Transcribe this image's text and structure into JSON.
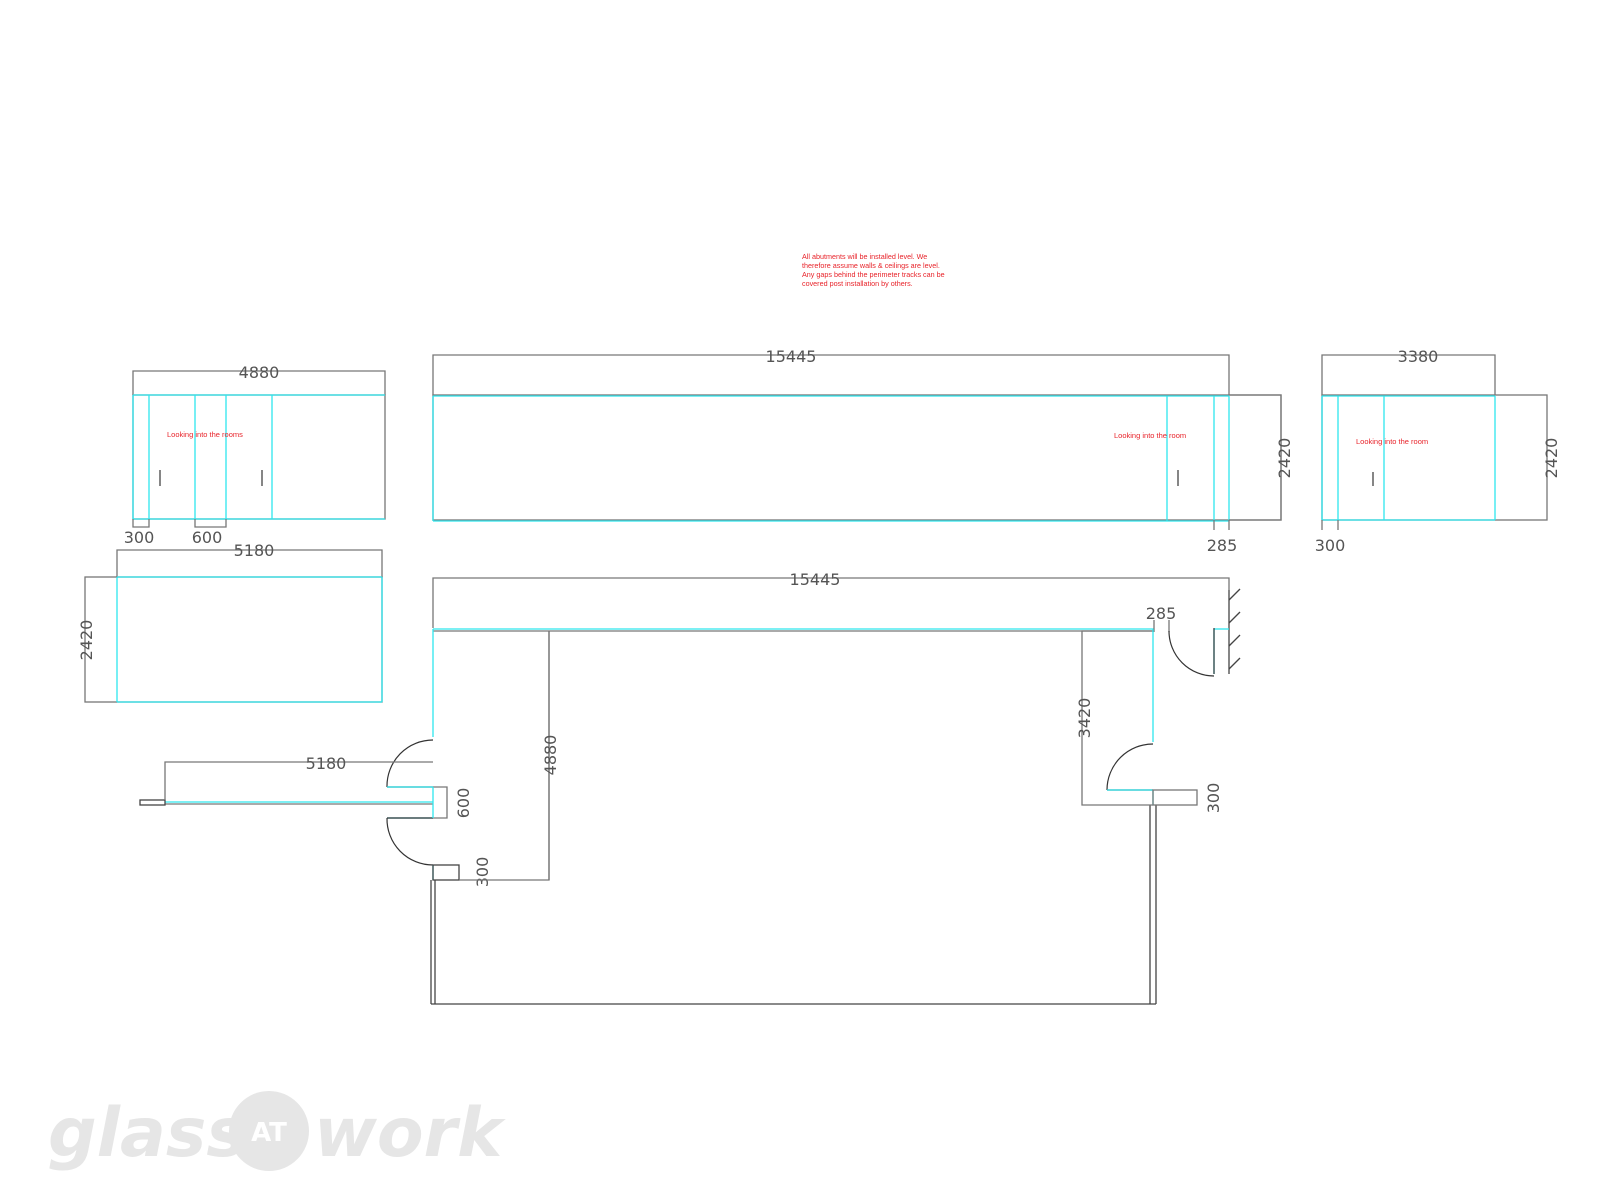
{
  "note": {
    "lines": [
      "All abutments will be installed level. We",
      "therefore assume walls & ceilings are level.",
      "Any gaps behind the perimeter tracks can be",
      "covered post installation by others."
    ],
    "color": "#e8232a"
  },
  "elevations": {
    "left": {
      "width": "4880",
      "offset_a": "300",
      "offset_b": "600",
      "label": "Looking into the rooms"
    },
    "center": {
      "width": "15445",
      "height": "2420",
      "offset": "285",
      "label": "Looking into the room"
    },
    "right": {
      "width": "3380",
      "height": "2420",
      "offset": "300",
      "label": "Looking into the room"
    },
    "lower_left": {
      "width": "5180",
      "height": "2420"
    }
  },
  "plan": {
    "top_width": "15445",
    "door_gap": "285",
    "corridor_length": "5180",
    "corridor_width": "600",
    "room_depth": "4880",
    "left_return": "300",
    "right_depth": "3420",
    "right_return": "300"
  },
  "colors": {
    "glass_line": "#2ee6ee",
    "dimension_line": "#777777",
    "wall_line": "#444444",
    "logo": "#e6e6e6"
  },
  "logo": {
    "left_word": "glass",
    "badge": "AT",
    "right_word": "work"
  }
}
